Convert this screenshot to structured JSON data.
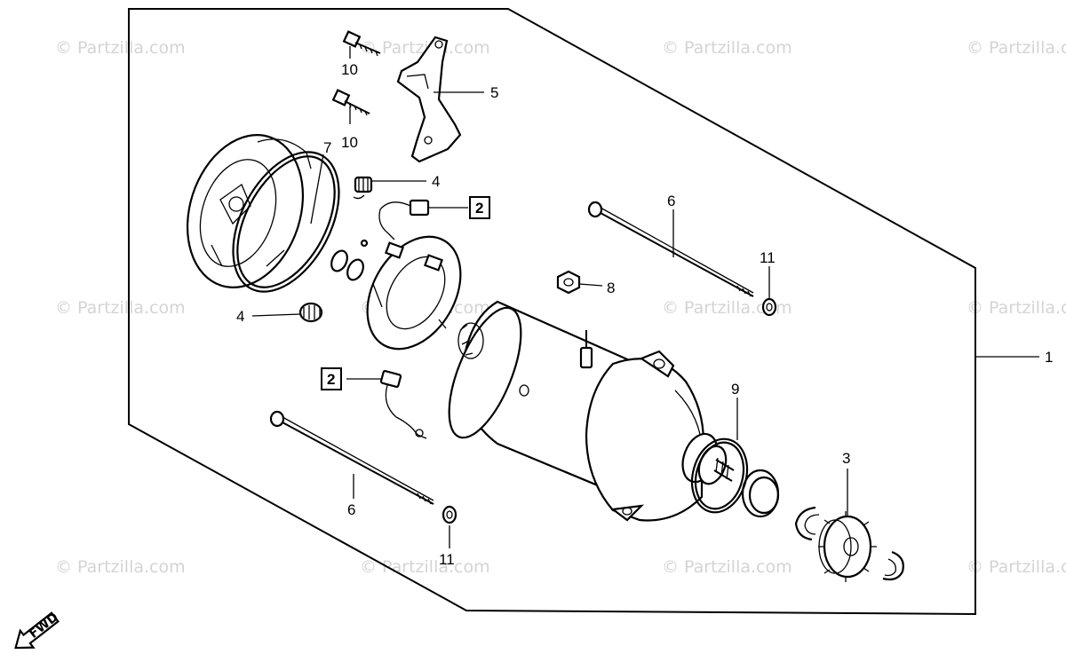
{
  "watermark": {
    "text": "© Partzilla.com",
    "color": "#d4d4d4"
  },
  "callouts": [
    {
      "id": "c1",
      "label": "1"
    },
    {
      "id": "c2a",
      "label": "2"
    },
    {
      "id": "c2b",
      "label": "2"
    },
    {
      "id": "c3",
      "label": "3"
    },
    {
      "id": "c4a",
      "label": "4"
    },
    {
      "id": "c4b",
      "label": "4"
    },
    {
      "id": "c5",
      "label": "5"
    },
    {
      "id": "c6a",
      "label": "6"
    },
    {
      "id": "c6b",
      "label": "6"
    },
    {
      "id": "c7",
      "label": "7"
    },
    {
      "id": "c8",
      "label": "8"
    },
    {
      "id": "c9",
      "label": "9"
    },
    {
      "id": "c10a",
      "label": "10"
    },
    {
      "id": "c10b",
      "label": "10"
    },
    {
      "id": "c11a",
      "label": "11"
    },
    {
      "id": "c11b",
      "label": "11"
    }
  ],
  "direction_marker": {
    "label": "FWD"
  },
  "colors": {
    "line": "#000000",
    "background": "#ffffff"
  }
}
